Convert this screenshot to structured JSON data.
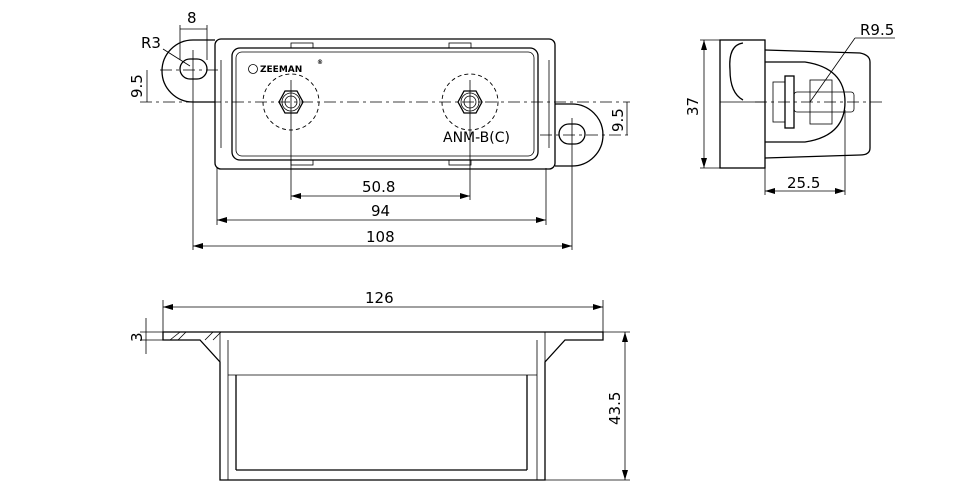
{
  "drawing": {
    "brand": "ZEEMAN",
    "brand_mark": "®",
    "model": "ANM-B(C)",
    "top_view": {
      "dim_slot_width": "8",
      "dim_radius": "R3",
      "dim_left_offset": "9.5",
      "dim_right_offset": "9.5",
      "dim_stud_spacing": "50.8",
      "dim_body_length": "94",
      "dim_overall_length": "108"
    },
    "side_view": {
      "dim_radius": "R9.5",
      "dim_height": "37",
      "dim_depth": "25.5"
    },
    "front_view": {
      "dim_flange_length": "126",
      "dim_flange_thickness": "3",
      "dim_total_height": "43.5"
    }
  }
}
